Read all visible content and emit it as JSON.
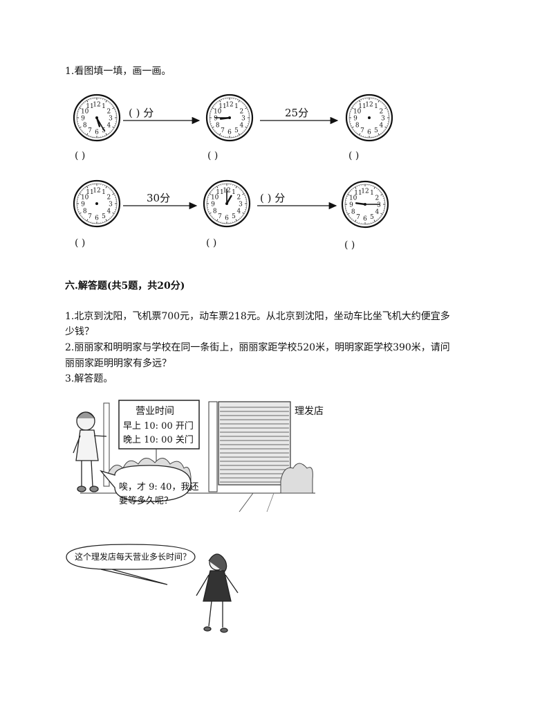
{
  "section5": {
    "question_label": "1.看图填一填，画一画。",
    "blank_paren": "(         )",
    "arrow_labels": {
      "row1_arrow1": "(         ) 分",
      "row1_arrow2": "25分",
      "row2_arrow1": "30分",
      "row2_arrow2": "(         ) 分"
    },
    "clock_numbers": [
      "12",
      "1",
      "2",
      "3",
      "4",
      "5",
      "6",
      "7",
      "8",
      "9",
      "10",
      "11"
    ],
    "clocks": [
      {
        "id": "r1c1",
        "hour": 5,
        "minute": 25,
        "hands_shown": true
      },
      {
        "id": "r1c2",
        "hour": 8,
        "minute": 45,
        "hands_shown": true
      },
      {
        "id": "r1c3",
        "hands_shown": false
      },
      {
        "id": "r2c1",
        "hands_shown": false
      },
      {
        "id": "r2c2",
        "hour": 1,
        "minute": 0,
        "hands_shown": true
      },
      {
        "id": "r2c3",
        "hour": 9,
        "minute": 15,
        "hands_shown": true
      }
    ]
  },
  "section6": {
    "heading": "六.解答题(共5题，共20分)",
    "q1_line1": "1.北京到沈阳，飞机票700元，动车票218元。从北京到沈阳，坐动车比坐飞机大约便宜多",
    "q1_line2": "少钱？",
    "q2_line1": "2.丽丽家和明明家与学校在同一条街上，丽丽家距学校520米，明明家距学校390米，请问",
    "q2_line2": "丽丽家距明明家有多远？",
    "q3": "3.解答题。"
  },
  "picture1": {
    "sign_title": "营业时间",
    "sign_line1": "早上 10: 00 开门",
    "sign_line2": "晚上 10: 00 关门",
    "shop_name": "理发店",
    "bubble_line1": "唉，才 9: 40，我还",
    "bubble_line2": "要等多久呢？"
  },
  "picture2": {
    "bubble": "这个理发店每天营业多长时间？"
  }
}
